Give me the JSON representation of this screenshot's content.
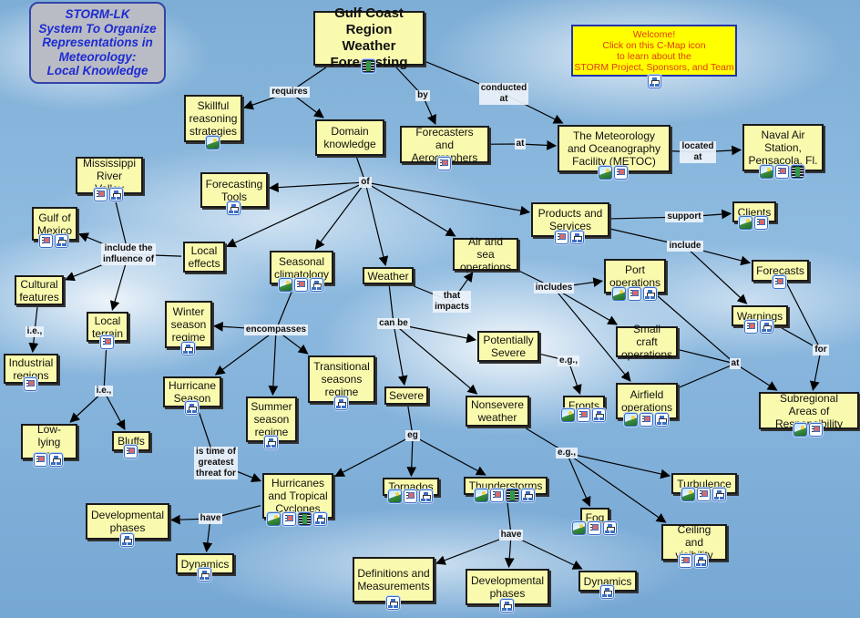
{
  "title_box": {
    "text": "STORM-LK\nSystem To Organize\nRepresentations in\nMeteorology:\nLocal Knowledge",
    "color": "#1d2bd1"
  },
  "welcome_box": {
    "text": "Welcome!\nClick on this C-Map icon\nto learn about the\nSTORM Project, Sponsors, and  Team",
    "icon": "cmap"
  },
  "concepts": {
    "root": {
      "label": "Gulf Coast Region Weather Forecasting",
      "icons": [
        "video"
      ]
    },
    "skillful": {
      "label": "Skillful reasoning strategies",
      "icons": [
        "image"
      ]
    },
    "domain": {
      "label": "Domain knowledge",
      "icons": []
    },
    "forecasters": {
      "label": "Forecasters and Aerographers",
      "icons": [
        "doc"
      ]
    },
    "metoc": {
      "label": "The Meteorology and Oceanography Facility (METOC)",
      "icons": [
        "image",
        "doc"
      ]
    },
    "naval": {
      "label": "Naval Air Station, Pensacola, Fl.",
      "icons": [
        "image",
        "doc",
        "video"
      ]
    },
    "mississippi": {
      "label": "Mississippi River Valley",
      "icons": [
        "doc",
        "cmap"
      ]
    },
    "tools": {
      "label": "Forecasting Tools",
      "icons": [
        "cmap"
      ]
    },
    "gulf": {
      "label": "Gulf of Mexico",
      "icons": [
        "doc",
        "cmap"
      ]
    },
    "local": {
      "label": "Local effects",
      "icons": []
    },
    "seasonal": {
      "label": "Seasonal climatology",
      "icons": [
        "image",
        "doc",
        "cmap"
      ]
    },
    "weather": {
      "label": "Weather",
      "icons": []
    },
    "airsea": {
      "label": "Air and sea operations",
      "icons": []
    },
    "products": {
      "label": "Products and Services",
      "icons": [
        "doc",
        "cmap"
      ]
    },
    "clients": {
      "label": "Clients",
      "icons": [
        "image",
        "doc"
      ]
    },
    "forecasts": {
      "label": "Forecasts",
      "icons": [
        "doc"
      ]
    },
    "port": {
      "label": "Port operations",
      "icons": [
        "image",
        "doc",
        "cmap"
      ]
    },
    "warnings": {
      "label": "Warnings",
      "icons": [
        "doc",
        "cmap"
      ]
    },
    "cultural": {
      "label": "Cultural features",
      "icons": []
    },
    "terrain": {
      "label": "Local terrain",
      "icons": [
        "doc"
      ]
    },
    "winter": {
      "label": "Winter season regime",
      "icons": [
        "cmap"
      ]
    },
    "smallcraft": {
      "label": "Small craft operations",
      "icons": []
    },
    "potsevere": {
      "label": "Potentially Severe",
      "icons": []
    },
    "industrial": {
      "label": "Industrial regions",
      "icons": [
        "doc"
      ]
    },
    "transitional": {
      "label": "Transitional seasons regime",
      "icons": [
        "cmap"
      ]
    },
    "hurricane_season": {
      "label": "Hurricane Season",
      "icons": [
        "cmap"
      ]
    },
    "severe": {
      "label": "Severe",
      "icons": []
    },
    "nonsevere": {
      "label": "Nonsevere weather",
      "icons": []
    },
    "fronts": {
      "label": "Fronts",
      "icons": [
        "image",
        "doc",
        "cmap"
      ]
    },
    "airfield": {
      "label": "Airfield operations",
      "icons": [
        "image",
        "doc",
        "cmap"
      ]
    },
    "subregional": {
      "label": "Subregional Areas of Responsibility",
      "icons": [
        "image",
        "doc"
      ]
    },
    "summer": {
      "label": "Summer season regime",
      "icons": [
        "cmap"
      ]
    },
    "lowlying": {
      "label": "Low-lying areas",
      "icons": [
        "doc",
        "cmap"
      ]
    },
    "bluffs": {
      "label": "Bluffs",
      "icons": [
        "doc"
      ]
    },
    "hurricanes": {
      "label": "Hurricanes and Tropical Cyclones",
      "icons": [
        "image",
        "doc",
        "video",
        "cmap"
      ]
    },
    "tornados": {
      "label": "Tornados",
      "icons": [
        "image",
        "doc",
        "cmap"
      ]
    },
    "thunderstorms": {
      "label": "Thunderstorms",
      "icons": [
        "image",
        "doc",
        "video",
        "cmap"
      ]
    },
    "turbulence": {
      "label": "Turbulence",
      "icons": [
        "image",
        "doc",
        "cmap"
      ]
    },
    "devphases1": {
      "label": "Developmental phases",
      "icons": [
        "cmap"
      ]
    },
    "fog": {
      "label": "Fog",
      "icons": [
        "image",
        "doc",
        "cmap"
      ]
    },
    "ceiling": {
      "label": "Ceiling and visibility",
      "icons": [
        "doc",
        "cmap"
      ]
    },
    "dynamics1": {
      "label": "Dynamics",
      "icons": [
        "cmap"
      ]
    },
    "definitions": {
      "label": "Definitions and Measurements",
      "icons": [
        "cmap"
      ]
    },
    "devphases2": {
      "label": "Developmental phases",
      "icons": [
        "cmap"
      ]
    },
    "dynamics2": {
      "label": "Dynamics",
      "icons": [
        "cmap"
      ]
    }
  },
  "linking_phrases": {
    "requires": "requires",
    "by": "by",
    "conducted_at": "conducted\nat",
    "at1": "at",
    "located_at": "located\nat",
    "of": "of",
    "include_influence": "include the\ninfluence of",
    "support": "support",
    "include": "include",
    "includes": "includes",
    "that_impacts": "that\nimpacts",
    "ie1": "i.e.,",
    "ie2": "i.e.,",
    "encompasses": "encompasses",
    "can_be": "can be",
    "eg1": "e.g.,",
    "at2": "at",
    "for": "for",
    "is_time_of": "is time of\ngreatest\nthreat for",
    "eg2": "eg",
    "eg3": "e.g.,",
    "have1": "have",
    "have2": "have"
  },
  "propositions": [
    [
      "root",
      "requires"
    ],
    [
      "requires",
      "skillful"
    ],
    [
      "requires",
      "domain"
    ],
    [
      "root",
      "by"
    ],
    [
      "by",
      "forecasters"
    ],
    [
      "root",
      "conducted_at"
    ],
    [
      "conducted_at",
      "metoc"
    ],
    [
      "forecasters",
      "at1"
    ],
    [
      "at1",
      "metoc"
    ],
    [
      "metoc",
      "located_at"
    ],
    [
      "located_at",
      "naval"
    ],
    [
      "domain",
      "of"
    ],
    [
      "of",
      "tools"
    ],
    [
      "of",
      "local"
    ],
    [
      "of",
      "seasonal"
    ],
    [
      "of",
      "weather"
    ],
    [
      "of",
      "airsea"
    ],
    [
      "of",
      "products"
    ],
    [
      "local",
      "include_influence"
    ],
    [
      "mississippi",
      "include_influence"
    ],
    [
      "include_influence",
      "gulf"
    ],
    [
      "include_influence",
      "cultural"
    ],
    [
      "include_influence",
      "terrain"
    ],
    [
      "products",
      "support"
    ],
    [
      "support",
      "clients"
    ],
    [
      "products",
      "include"
    ],
    [
      "include",
      "forecasts"
    ],
    [
      "include",
      "warnings"
    ],
    [
      "airsea",
      "includes"
    ],
    [
      "includes",
      "port"
    ],
    [
      "includes",
      "smallcraft"
    ],
    [
      "includes",
      "airfield"
    ],
    [
      "weather",
      "that_impacts"
    ],
    [
      "that_impacts",
      "airsea"
    ],
    [
      "cultural",
      "ie1"
    ],
    [
      "ie1",
      "industrial"
    ],
    [
      "terrain",
      "ie2"
    ],
    [
      "ie2",
      "lowlying"
    ],
    [
      "ie2",
      "bluffs"
    ],
    [
      "seasonal",
      "encompasses"
    ],
    [
      "encompasses",
      "winter"
    ],
    [
      "encompasses",
      "hurricane_season"
    ],
    [
      "encompasses",
      "summer"
    ],
    [
      "encompasses",
      "transitional"
    ],
    [
      "weather",
      "can_be"
    ],
    [
      "can_be",
      "potsevere"
    ],
    [
      "can_be",
      "severe"
    ],
    [
      "can_be",
      "nonsevere"
    ],
    [
      "potsevere",
      "eg1"
    ],
    [
      "eg1",
      "fronts"
    ],
    [
      "port",
      "at2"
    ],
    [
      "smallcraft",
      "at2"
    ],
    [
      "airfield",
      "at2"
    ],
    [
      "at2",
      "subregional"
    ],
    [
      "forecasts",
      "for"
    ],
    [
      "warnings",
      "for"
    ],
    [
      "for",
      "subregional"
    ],
    [
      "hurricane_season",
      "is_time_of"
    ],
    [
      "is_time_of",
      "hurricanes"
    ],
    [
      "severe",
      "eg2"
    ],
    [
      "eg2",
      "hurricanes"
    ],
    [
      "eg2",
      "tornados"
    ],
    [
      "eg2",
      "thunderstorms"
    ],
    [
      "nonsevere",
      "eg3"
    ],
    [
      "eg3",
      "fog"
    ],
    [
      "eg3",
      "turbulence"
    ],
    [
      "eg3",
      "ceiling"
    ],
    [
      "hurricanes",
      "have1"
    ],
    [
      "have1",
      "devphases1"
    ],
    [
      "have1",
      "dynamics1"
    ],
    [
      "thunderstorms",
      "have2"
    ],
    [
      "have2",
      "definitions"
    ],
    [
      "have2",
      "devphases2"
    ],
    [
      "have2",
      "dynamics2"
    ]
  ]
}
